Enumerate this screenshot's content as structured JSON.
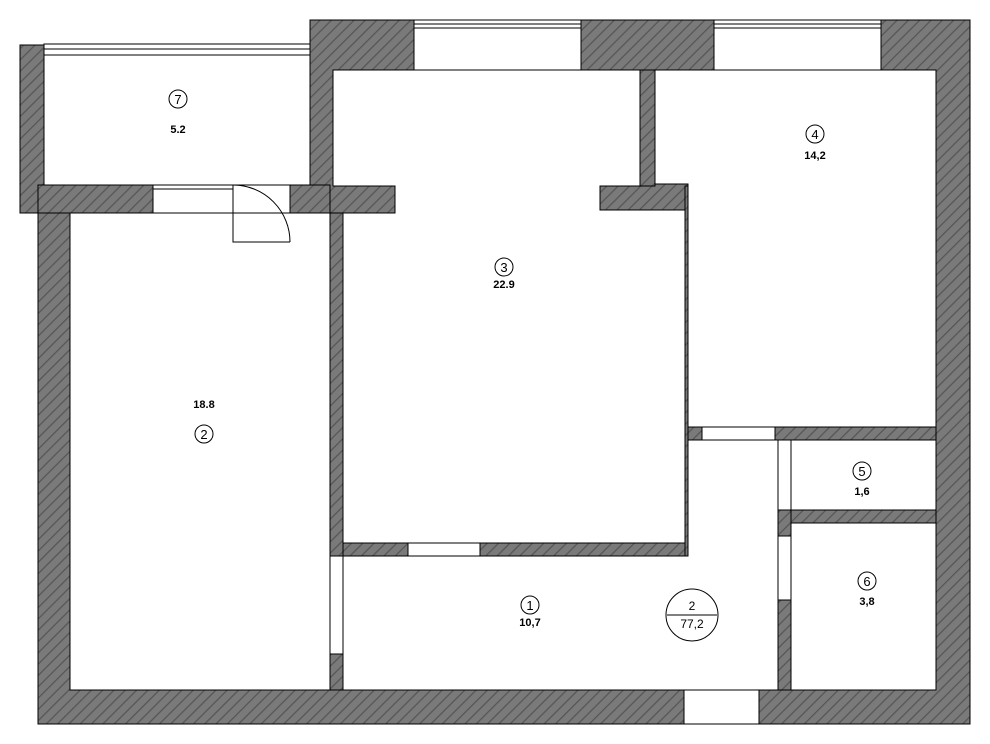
{
  "rooms": [
    {
      "id": "1",
      "number": "1",
      "area": "10,7"
    },
    {
      "id": "2",
      "number": "2",
      "area": "18.8"
    },
    {
      "id": "3",
      "number": "3",
      "area": "22.9"
    },
    {
      "id": "4",
      "number": "4",
      "area": "14,2"
    },
    {
      "id": "5",
      "number": "5",
      "area": "1,6"
    },
    {
      "id": "6",
      "number": "6",
      "area": "3,8"
    },
    {
      "id": "7",
      "number": "7",
      "area": "5.2"
    }
  ],
  "total": {
    "count": "2",
    "area": "77,2"
  },
  "colors": {
    "wall": "#7a7a7a",
    "hatch": "#4a4a4a",
    "floor": "#ffffff",
    "line": "#000000"
  }
}
